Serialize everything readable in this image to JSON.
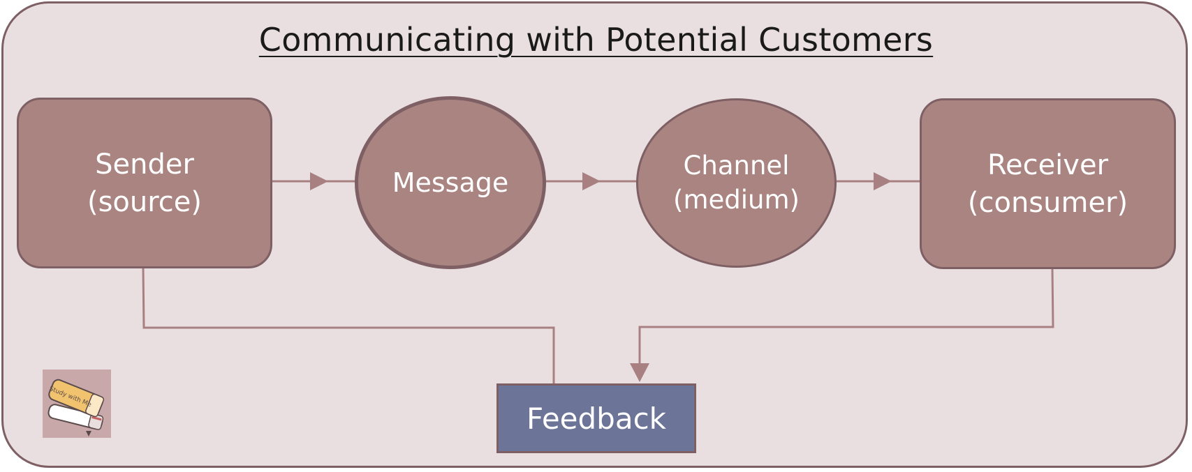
{
  "title": "Communicating with Potential Customers",
  "nodes": {
    "sender": "Sender\n(source)",
    "message": "Message",
    "channel": "Channel\n(medium)",
    "receiver": "Receiver\n(consumer)",
    "feedback": "Feedback"
  },
  "logo": {
    "text": "Study with Me"
  },
  "colors": {
    "background": "#e9dfe1",
    "node_fill": "#a98481",
    "outline": "#7d5f64",
    "feedback_fill": "#6c7598",
    "line": "#a98081"
  }
}
